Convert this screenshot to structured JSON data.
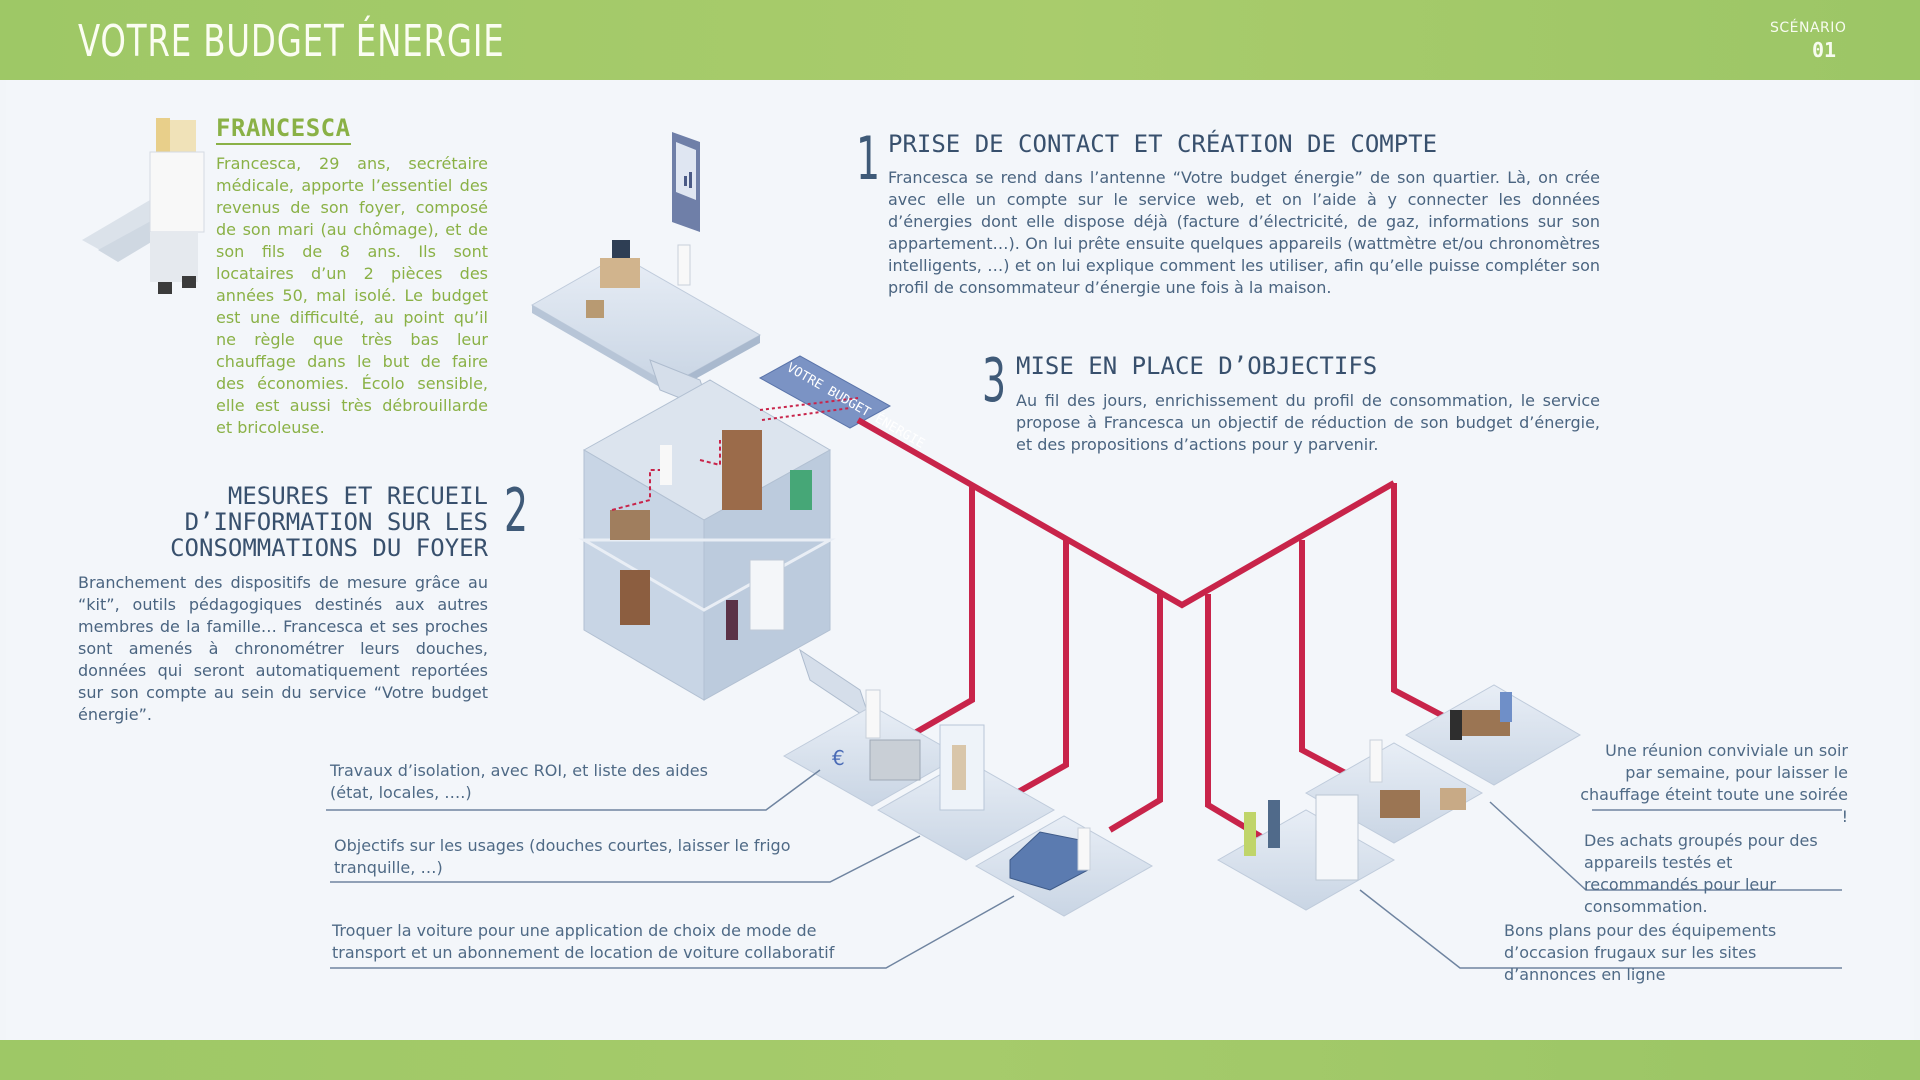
{
  "header": {
    "title": "VOTRE BUDGET ÉNERGIE",
    "scenario_label": "SCÉNARIO",
    "scenario_number": "01"
  },
  "persona": {
    "name": "FRANCESCA",
    "bio": "Francesca, 29 ans, secrétaire médicale, apporte l’essentiel des revenus de son foyer, composé de son mari (au chômage), et de son fils de 8 ans. Ils sont locataires d’un 2 pièces des années 50, mal isolé. Le budget est une difficulté, au point qu’il ne règle que très bas leur chauffage dans le but de faire des économies. Écolo sensible, elle est aussi très débrouillarde et bricoleuse."
  },
  "steps": [
    {
      "number": "1",
      "title": "PRISE DE CONTACT ET CRÉATION DE COMPTE",
      "text": "Francesca se rend dans l’antenne “Votre budget énergie” de son quartier. Là, on crée avec elle un compte sur le service web, et on l’aide à y connecter les données d’énergies dont elle dispose déjà (facture d’électricité, de gaz, informations sur son appartement…). On lui prête ensuite quelques appareils (wattmètre et/ou chronomètres intelligents, …) et on lui explique comment les utiliser, afin qu’elle puisse compléter son profil de consommateur d’énergie une fois à la maison."
    },
    {
      "number": "2",
      "title": "MESURES ET RECUEIL D’INFORMATION SUR LES CONSOMMATIONS DU FOYER",
      "text": "Branchement des dispositifs de mesure grâce au “kit”, outils pédagogiques destinés aux autres membres de la famille… Francesca et ses proches sont amenés à chronométrer leurs douches, données qui seront automatiquement reportées sur son compte au sein du service “Votre budget énergie”."
    },
    {
      "number": "3",
      "title": "MISE EN PLACE D’OBJECTIFS",
      "text": "Au fil des jours, enrichissement du profil de consommation, le service propose à Francesca un objectif de réduction de son budget d’énergie, et des propositions d’actions pour y parvenir."
    }
  ],
  "sign_label": "VOTRE BUDGET ÉNERGIE",
  "left_actions": [
    "Travaux d’isolation, avec ROI, et liste des aides (état, locales, ….)",
    "Objectifs sur les usages (douches courtes, laisser le frigo tranquille, …)",
    "Troquer la voiture pour une application de choix de mode de transport et un abonnement de location de voiture collaboratif"
  ],
  "right_actions": [
    "Une réunion conviviale un soir par semaine, pour laisser le chauffage éteint toute une soirée !",
    "Des achats groupés pour des appareils testés et recommandés pour leur consommation.",
    "Bons plans pour des équipements d’occasion frugaux sur les sites d’annonces en ligne"
  ],
  "colors": {
    "accent_green": "#8ab146",
    "connector_red": "#c8244a",
    "title_blue": "#38506d",
    "header_green": "#a6cb6b"
  },
  "icons": [
    "persona-figure",
    "kiosk-terminal",
    "euro-icon",
    "car-icon",
    "fridge-icon",
    "shower-icon"
  ]
}
